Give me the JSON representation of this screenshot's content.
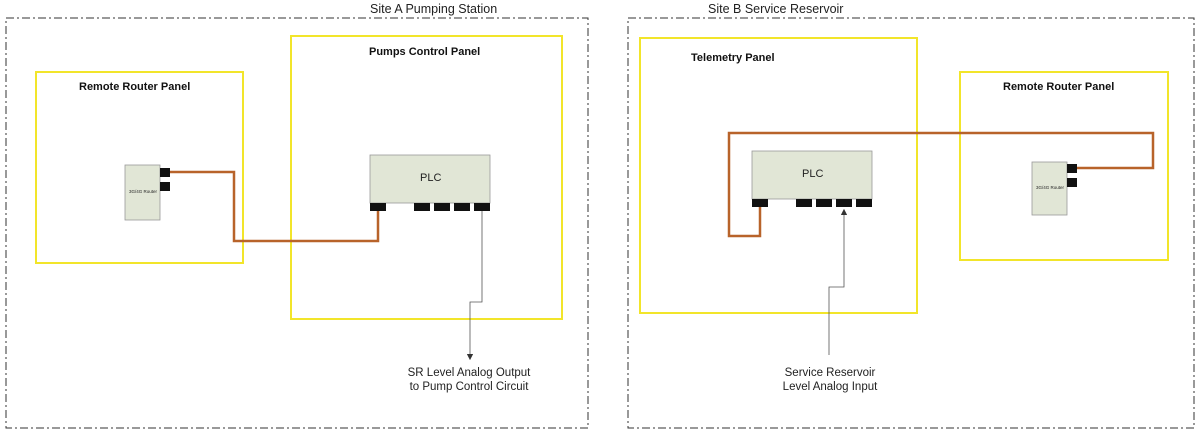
{
  "site_a": {
    "title": "Site A Pumping Station",
    "panels": {
      "router_panel": {
        "title": "Remote Router Panel",
        "device": "3G/4G Router"
      },
      "pumps_panel": {
        "title": "Pumps Control Panel",
        "plc": "PLC"
      }
    },
    "note": [
      "SR Level Analog Output",
      "to Pump Control Circuit"
    ]
  },
  "site_b": {
    "title": "Site B Service Reservoir",
    "panels": {
      "telemetry_panel": {
        "title": "Telemetry Panel",
        "plc": "PLC"
      },
      "router_panel": {
        "title": "Remote Router Panel",
        "device": "3G/4G Router"
      }
    },
    "note": [
      "Service Reservoir",
      "Level Analog Input"
    ]
  },
  "colors": {
    "panel_border": "#f2e52a",
    "device_fill": "#e1e6d6",
    "cable": "#b8632a",
    "boundary": "#333333",
    "port": "#111111"
  }
}
